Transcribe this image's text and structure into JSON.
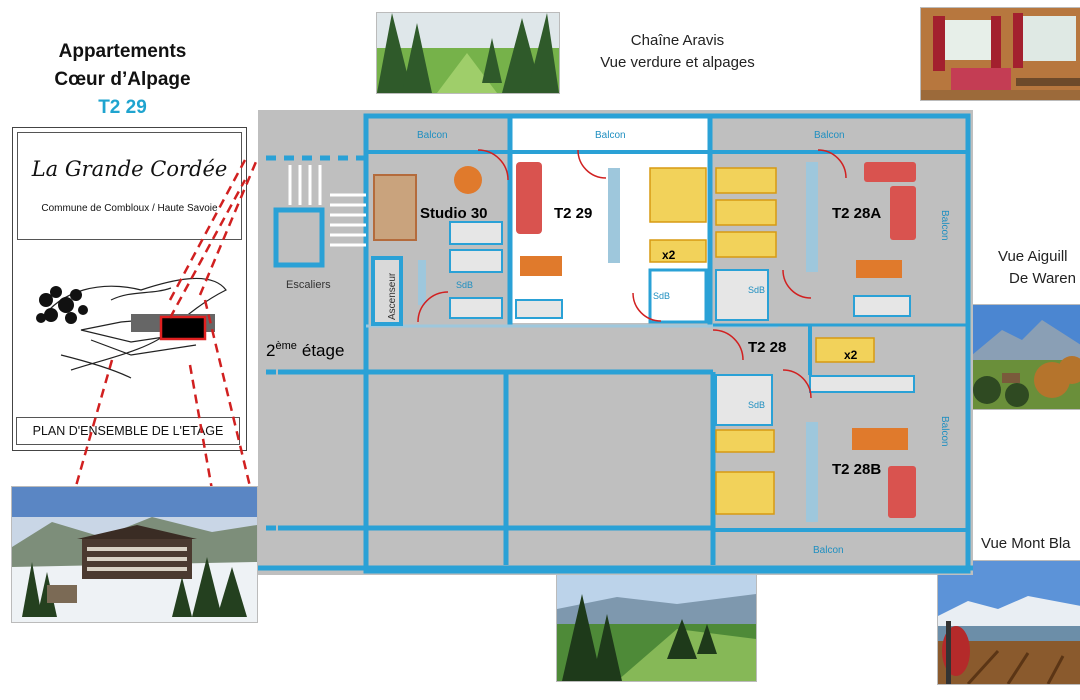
{
  "header": {
    "line1": "Appartements",
    "line2": "Cœur d’Alpage",
    "code": "T2 29"
  },
  "card": {
    "script_title": "La Grande Cordée",
    "commune": "Commune de Combloux / Haute Savoie",
    "plan_label": "PLAN D'ENSEMBLE DE L'ETAGE"
  },
  "captions": {
    "aravis_line1": "Chaîne Aravis",
    "aravis_line2": "Vue verdure et alpages",
    "aiguilles_line1": "Vue  Aiguill",
    "aiguilles_line2": "De Waren",
    "mont_blanc": "Vue  Mont Bla"
  },
  "plan": {
    "floor_number": "2",
    "floor_sup": "ème",
    "floor_word": "étage",
    "rooms": {
      "studio30": "Studio 30",
      "t2_29": "T2 29",
      "t2_28a": "T2 28A",
      "t2_28": "T2 28",
      "t2_28b": "T2 28B"
    },
    "escaliers": "Escaliers",
    "ascenseur": "Ascenseur",
    "balcon": "Balcon",
    "sdb": "SdB",
    "x2": "x2"
  },
  "colors": {
    "wall": "#2aa1d6",
    "plan_bg": "#bfbfbf",
    "highlight_apartment": "#ffffff",
    "bed": "#f2d25a",
    "sofa": "#d9534f",
    "table": "#e07a2c",
    "title_accent": "#1fa4cf"
  }
}
